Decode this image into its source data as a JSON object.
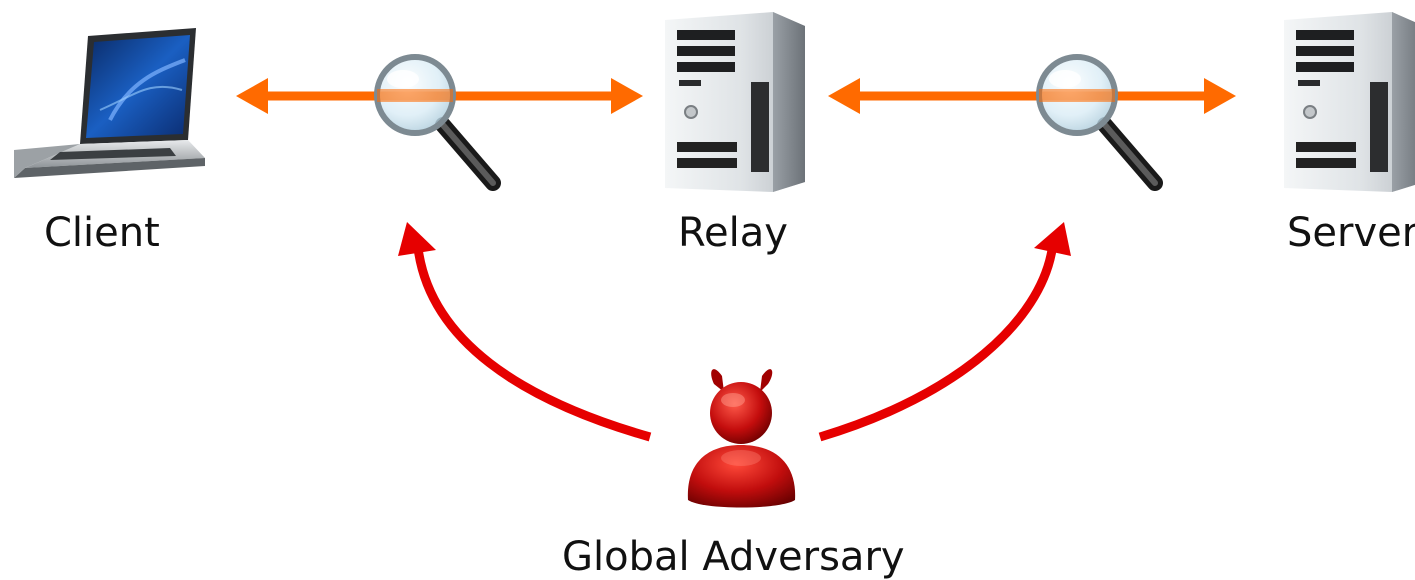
{
  "nodes": {
    "client": {
      "label": "Client",
      "icon": "laptop-icon"
    },
    "relay": {
      "label": "Relay",
      "icon": "server-tower-icon"
    },
    "server": {
      "label": "Server",
      "icon": "server-tower-icon"
    },
    "adversary": {
      "label": "Global Adversary",
      "icon": "devil-user-icon"
    }
  },
  "links": [
    {
      "from": "client",
      "to": "relay",
      "type": "bidirectional",
      "observed": true
    },
    {
      "from": "relay",
      "to": "server",
      "type": "bidirectional",
      "observed": true
    }
  ],
  "observations": [
    {
      "from": "adversary",
      "target": "client-relay-link"
    },
    {
      "from": "adversary",
      "target": "relay-server-link"
    }
  ],
  "colors": {
    "link_arrow": "#FF6A00",
    "adversary_arrow": "#E60000",
    "adversary_body": "#B00000",
    "magnifier_lens": "#CFE6F2"
  }
}
